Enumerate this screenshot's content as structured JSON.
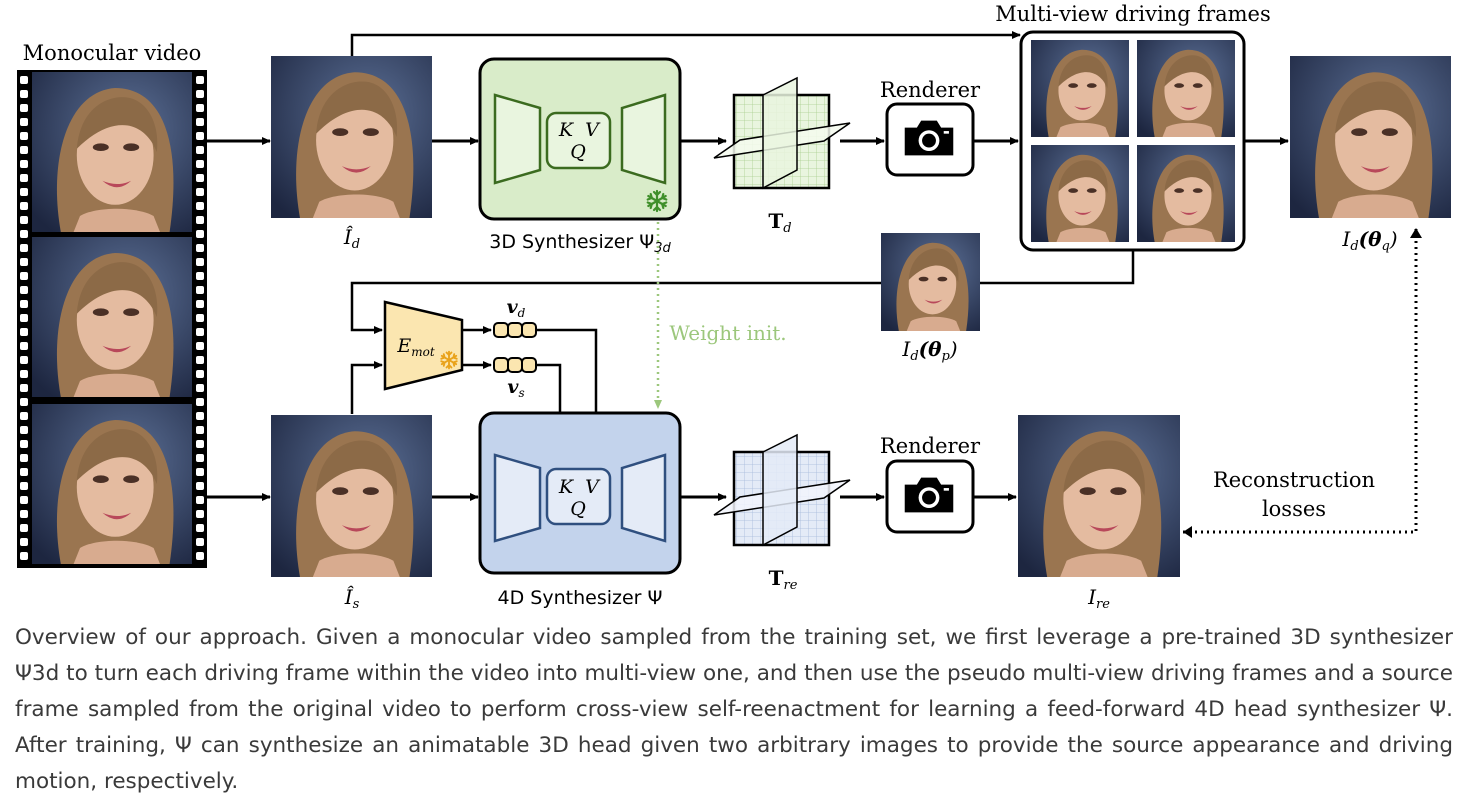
{
  "labels": {
    "monocular_video": "Monocular video",
    "multi_view_frames": "Multi-view driving frames",
    "renderer_top": "Renderer",
    "renderer_bottom": "Renderer",
    "synth3d": "3D Synthesizer Ψ",
    "synth3d_sub": "3d",
    "synth4d": "4D Synthesizer Ψ",
    "weight_init": "Weight init.",
    "recon_line1": "Reconstruction",
    "recon_line2": "losses",
    "kvq_k": "K",
    "kvq_v": "V",
    "kvq_q": "Q",
    "emot_main": "E",
    "emot_sub": "mot",
    "vd_main": "v",
    "vd_sub": "d",
    "vs_main": "v",
    "vs_sub": "s",
    "td_main": "T",
    "td_sub": "d",
    "tre_main": "T",
    "tre_sub": "re",
    "id_hat_main": "Î",
    "id_hat_sub": "d",
    "is_hat_main": "Î",
    "is_hat_sub": "s",
    "idq_main": "I",
    "idq_sub": "d",
    "idq_arg": "(θ",
    "idq_argsub": "q",
    "idq_close": ")",
    "idp_main": "I",
    "idp_sub": "d",
    "idp_arg": "(θ",
    "idp_argsub": "p",
    "idp_close": ")",
    "ire_main": "I",
    "ire_sub": "re"
  },
  "colors": {
    "synth3d_fill": "#d9ecc9",
    "synth3d_stroke": "#3b6b1f",
    "synth4d_fill": "#c3d3ec",
    "synth4d_stroke": "#2f4f7f",
    "emot_fill": "#fbe6b0",
    "snowflake_green": "#3f8f2a",
    "snowflake_orange": "#e9a21a",
    "weight_init_green": "#9cc77c",
    "face_bg": "#3a4a6a",
    "skin": "#e2b89c",
    "hair": "#8a6a48"
  },
  "icons": {
    "camera": "camera-icon",
    "snowflake": "snowflake-icon"
  },
  "caption": "Overview of our approach. Given a monocular video sampled from the training set, we first leverage a pre-trained 3D synthesizer Ψ3d to turn each driving frame within the video into multi-view one, and then use the pseudo multi-view driving frames and a source frame sampled from the original video to perform cross-view self-reenactment for learning a feed-forward 4D head synthesizer Ψ. After training, Ψ can synthesize an animatable 3D head given two arbitrary images to provide the source appearance and driving motion, respectively."
}
